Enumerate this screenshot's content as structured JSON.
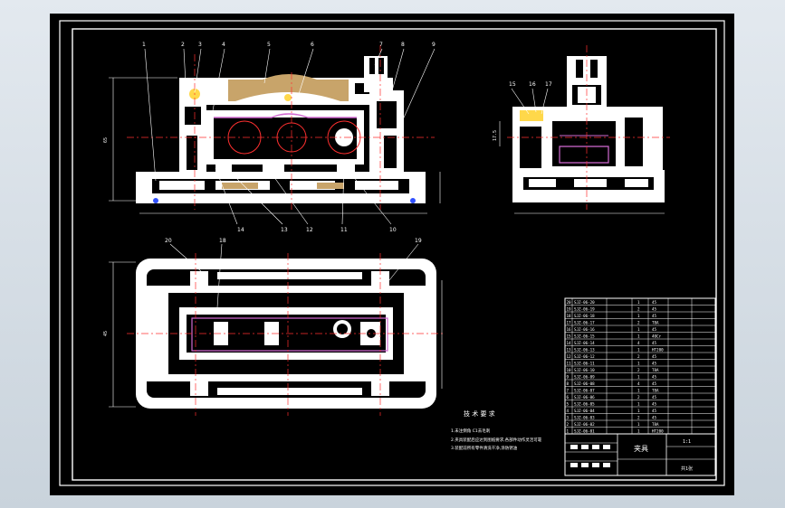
{
  "colors": {
    "background": "#000000",
    "outer_frame": "#ffffff",
    "inner_frame": "#ffffff",
    "part_fill": "#ffffff",
    "centerline": "#ff3030",
    "dimension": "#ffffff",
    "leader": "#ffffff",
    "inner_outline": "#d26ad2",
    "hatch": "#c8a46a",
    "bolt": "#3050ff",
    "text": "#ffffff",
    "table_line": "#ffffff",
    "table_text": "#ffffff",
    "notes_text": "#ffffff",
    "notes_dim": "#ffff66"
  },
  "front_view": {
    "balloons": [
      "1",
      "2",
      "3",
      "4",
      "5",
      "6",
      "7",
      "8",
      "9"
    ],
    "bottom_balloons": [
      "14",
      "13",
      "12",
      "11",
      "10"
    ],
    "height_dim": "65"
  },
  "side_view": {
    "balloons": [
      "15",
      "16",
      "17"
    ],
    "dim_left": "17.5"
  },
  "top_view": {
    "balloons": [
      "20",
      "18",
      "19"
    ],
    "dim_left": "45"
  },
  "notes": {
    "title": "技 术 要 求",
    "lines": [
      "1.未注倒角 C1去毛刺",
      "2.夹具装配后应达到图纸要求,各部件动作灵活可靠",
      "3.装配前所有零件清洗干净,涂防锈油"
    ]
  },
  "title_block": {
    "drawing_name": "夹具",
    "scale": "1:1",
    "sheet": "共1张"
  },
  "parts_list": {
    "rows": [
      {
        "no": "20",
        "code": "SJZ-06-20",
        "qty": "1",
        "mat": "45"
      },
      {
        "no": "19",
        "code": "SJZ-06-19",
        "qty": "2",
        "mat": "45"
      },
      {
        "no": "18",
        "code": "SJZ-06-18",
        "qty": "1",
        "mat": "45"
      },
      {
        "no": "17",
        "code": "SJZ-06-17",
        "qty": "2",
        "mat": "T8A"
      },
      {
        "no": "16",
        "code": "SJZ-06-16",
        "qty": "1",
        "mat": "45"
      },
      {
        "no": "15",
        "code": "SJZ-06-15",
        "qty": "1",
        "mat": "40Cr"
      },
      {
        "no": "14",
        "code": "SJZ-06-14",
        "qty": "4",
        "mat": "45"
      },
      {
        "no": "13",
        "code": "SJZ-06-13",
        "qty": "1",
        "mat": "HT200"
      },
      {
        "no": "12",
        "code": "SJZ-06-12",
        "qty": "2",
        "mat": "45"
      },
      {
        "no": "11",
        "code": "SJZ-06-11",
        "qty": "1",
        "mat": "45"
      },
      {
        "no": "10",
        "code": "SJZ-06-10",
        "qty": "2",
        "mat": "T8A"
      },
      {
        "no": "9",
        "code": "SJZ-06-09",
        "qty": "1",
        "mat": "45"
      },
      {
        "no": "8",
        "code": "SJZ-06-08",
        "qty": "4",
        "mat": "45"
      },
      {
        "no": "7",
        "code": "SJZ-06-07",
        "qty": "1",
        "mat": "T8A"
      },
      {
        "no": "6",
        "code": "SJZ-06-06",
        "qty": "2",
        "mat": "45"
      },
      {
        "no": "5",
        "code": "SJZ-06-05",
        "qty": "1",
        "mat": "45"
      },
      {
        "no": "4",
        "code": "SJZ-06-04",
        "qty": "1",
        "mat": "45"
      },
      {
        "no": "3",
        "code": "SJZ-06-03",
        "qty": "2",
        "mat": "45"
      },
      {
        "no": "2",
        "code": "SJZ-06-02",
        "qty": "1",
        "mat": "T8A"
      },
      {
        "no": "1",
        "code": "SJZ-06-01",
        "qty": "1",
        "mat": "HT200"
      }
    ]
  }
}
